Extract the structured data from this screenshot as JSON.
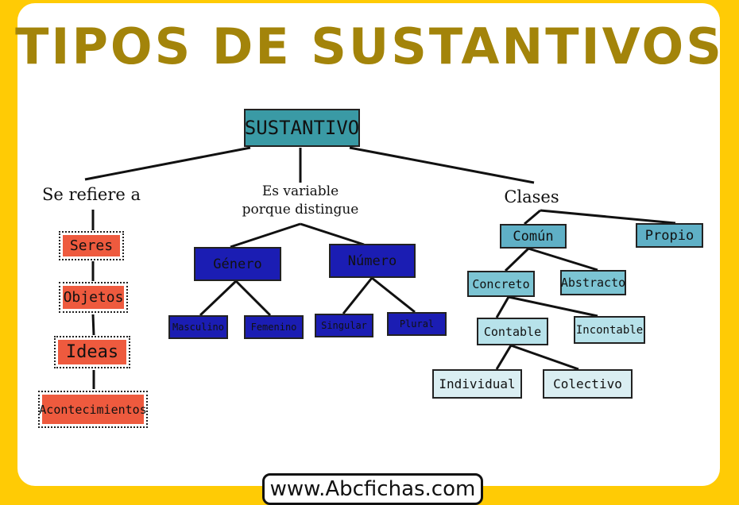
{
  "title": "TIPOS DE SUSTANTIVOS",
  "root": "SUSTANTIVO",
  "branch_left": {
    "label": "Se refiere a",
    "items": [
      "Seres",
      "Objetos",
      "Ideas",
      "Acontecimientos"
    ]
  },
  "branch_middle": {
    "label_line1": "Es variable",
    "label_line2": "porque distingue",
    "genero": "Género",
    "numero": "Número",
    "genero_children": [
      "Masculino",
      "Femenino"
    ],
    "numero_children": [
      "Singular",
      "Plural"
    ]
  },
  "branch_right": {
    "label": "Clases",
    "comun": "Común",
    "propio": "Propio",
    "concreto": "Concreto",
    "abstracto": "Abstracto",
    "contable": "Contable",
    "incontable": "Incontable",
    "individual": "Individual",
    "colectivo": "Colectivo"
  },
  "footer": "www.Abcfichas.com",
  "colors": {
    "frame": "#FFCB05",
    "title": "#A3840A",
    "root": "#3A9AA5",
    "red": "#EE5A3E",
    "navy": "#1B1DB3",
    "comun": "#5FB0C6",
    "concreto": "#7CC4D3",
    "contable": "#B7E2EA",
    "individual": "#DAEEF2"
  }
}
